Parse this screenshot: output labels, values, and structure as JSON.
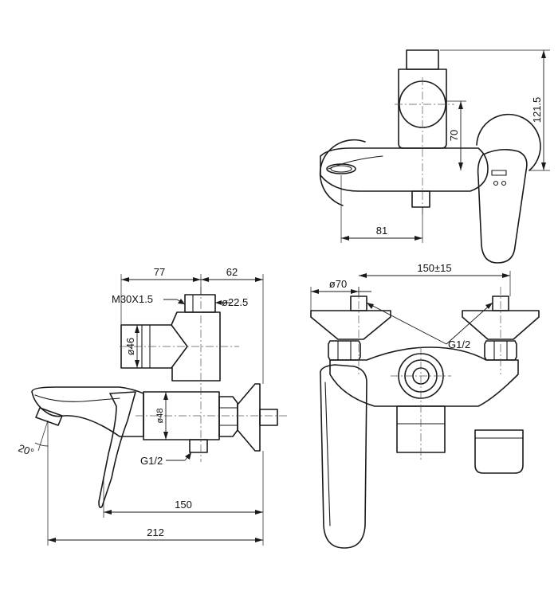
{
  "labels": {
    "top_height_total": "121.5",
    "top_height_70": "70",
    "top_width_81": "81",
    "side_dim_77": "77",
    "side_dim_62": "62",
    "side_thread_m30": "M30X1.5",
    "side_dia_22_5": "ø22.5",
    "side_dia_46": "ø46",
    "side_dia_48": "ø48",
    "side_angle_20": "20°",
    "side_g12": "G1/2",
    "side_dim_150": "150",
    "side_dim_212": "212",
    "front_dia_70": "ø70",
    "front_span": "150±15",
    "front_g12": "G1/2"
  }
}
